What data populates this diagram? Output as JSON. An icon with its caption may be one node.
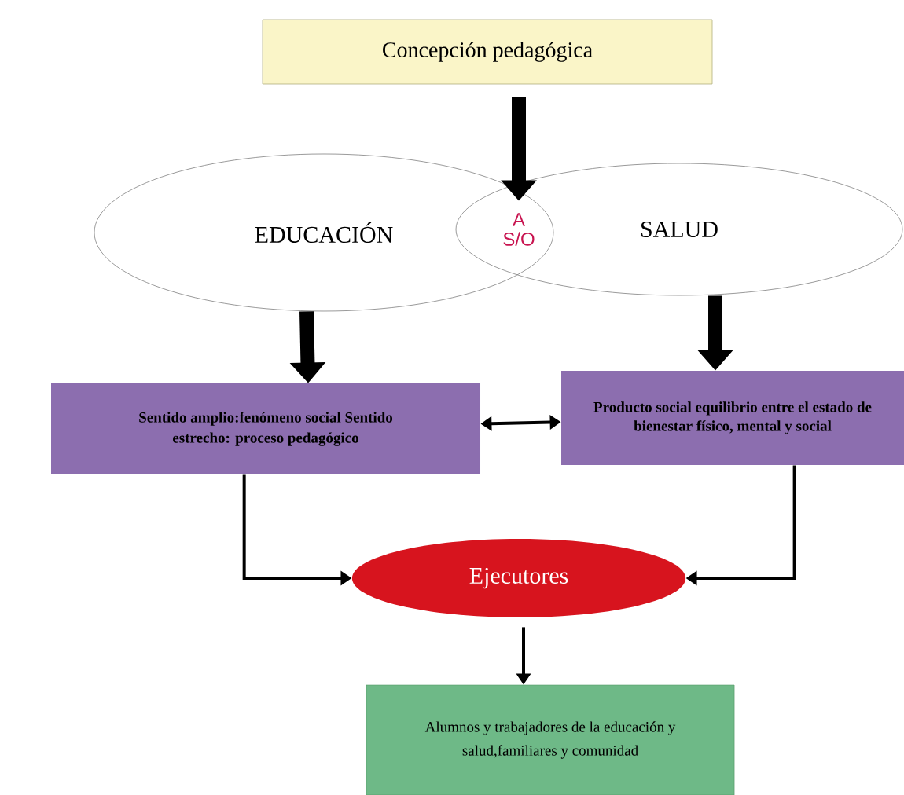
{
  "diagram": {
    "nodes": [
      {
        "text": [
          "Concepción pedagógica"
        ]
      },
      {
        "text": [
          "EDUCACIÓN"
        ]
      },
      {
        "text": [
          "SALUD"
        ]
      },
      {
        "text": [
          "A S/O"
        ]
      },
      {
        "text": [
          "Sentido amplio:fenómeno social Sentido estrecho: proceso pedagógico"
        ]
      },
      {
        "text": [
          "Producto social equilibrio entre el estado de bienestar físico, mental y social"
        ]
      },
      {
        "text": [
          "Ejecutores"
        ]
      },
      {
        "text": [
          "Alumnos y trabajadores de la educación y salud,familiares y comunidad"
        ]
      }
    ],
    "edges": [
      {
        "from": 0,
        "to": 3,
        "arrow": "to",
        "style": "thick"
      },
      {
        "from": 1,
        "to": 4,
        "arrow": "to",
        "style": "thick"
      },
      {
        "from": 2,
        "to": 5,
        "arrow": "to",
        "style": "thick"
      },
      {
        "from": 4,
        "to": 5,
        "arrow": "both"
      },
      {
        "from": 4,
        "to": 6,
        "arrow": "to"
      },
      {
        "from": 5,
        "to": 6,
        "arrow": "to"
      },
      {
        "from": 6,
        "to": 7,
        "arrow": "to"
      }
    ]
  }
}
